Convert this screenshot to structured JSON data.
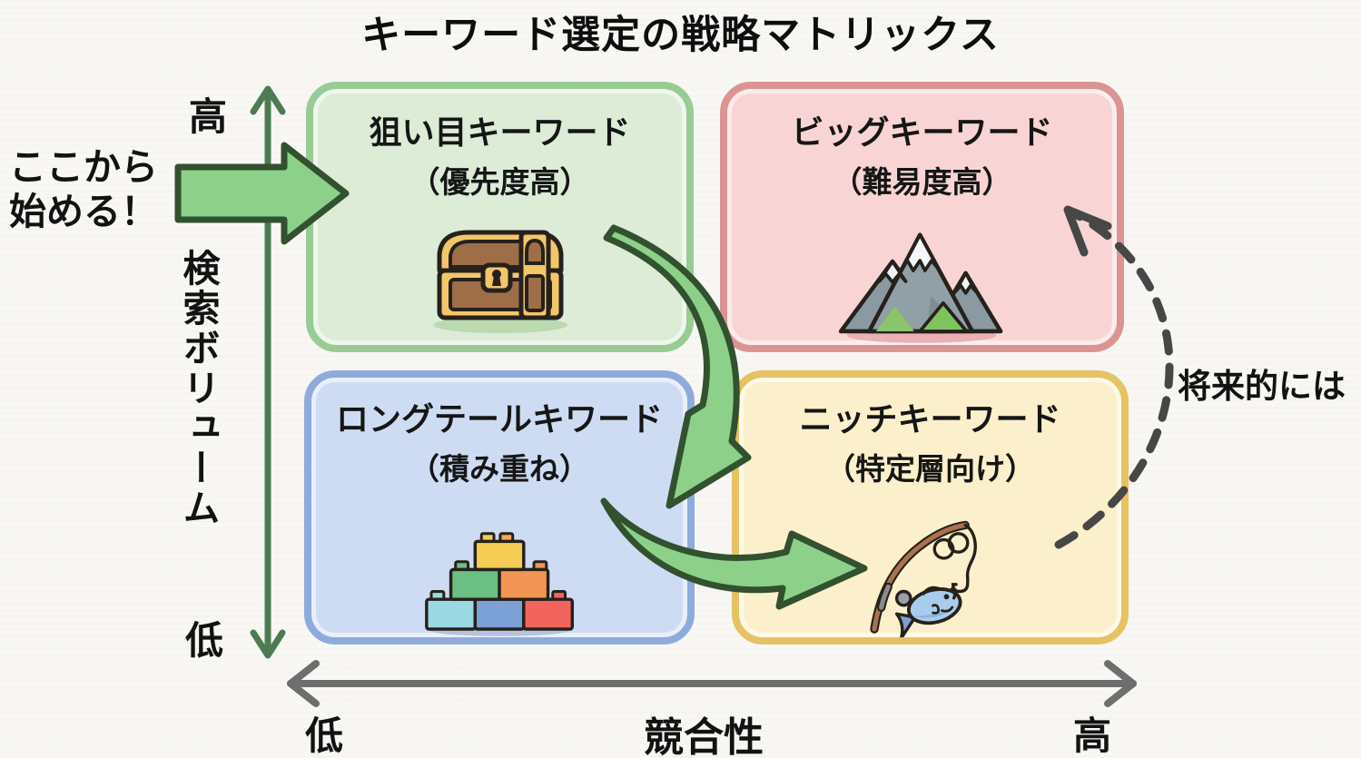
{
  "title": "キーワード選定の戦略マトリックス",
  "axes": {
    "y": {
      "label": "検索ボリューム",
      "top": "高",
      "bottom": "低"
    },
    "x": {
      "label": "競合性",
      "left": "低",
      "right": "高"
    }
  },
  "annotations": {
    "start_here_line1": "ここから",
    "start_here_line2": "始める！",
    "future": "将来的には"
  },
  "quadrants": [
    {
      "id": "opportunity",
      "title": "狙い目キーワード",
      "subtitle": "（優先度高）",
      "icon": "treasure-chest",
      "fill": "#dcecd7",
      "border": "#99cb95"
    },
    {
      "id": "big",
      "title": "ビッグキーワード",
      "subtitle": "（難易度高）",
      "icon": "mountain",
      "fill": "#f8d5d4",
      "border": "#db9494"
    },
    {
      "id": "longtail",
      "title": "ロングテールキワード",
      "subtitle": "（積み重ね）",
      "icon": "building-blocks",
      "fill": "#cedcf3",
      "border": "#8eabdb"
    },
    {
      "id": "niche",
      "title": "ニッチキーワード",
      "subtitle": "（特定層向け）",
      "icon": "fishing-rod",
      "fill": "#fbf0cb",
      "border": "#e5c264"
    }
  ],
  "colors": {
    "background": "#f8f7f3",
    "flow_arrow_fill": "#8dd089",
    "flow_arrow_outline": "#31512f",
    "y_axis": "#4e7a52",
    "x_axis": "#6e6e6e",
    "dashed_arrow": "#474747",
    "text": "#161616"
  }
}
